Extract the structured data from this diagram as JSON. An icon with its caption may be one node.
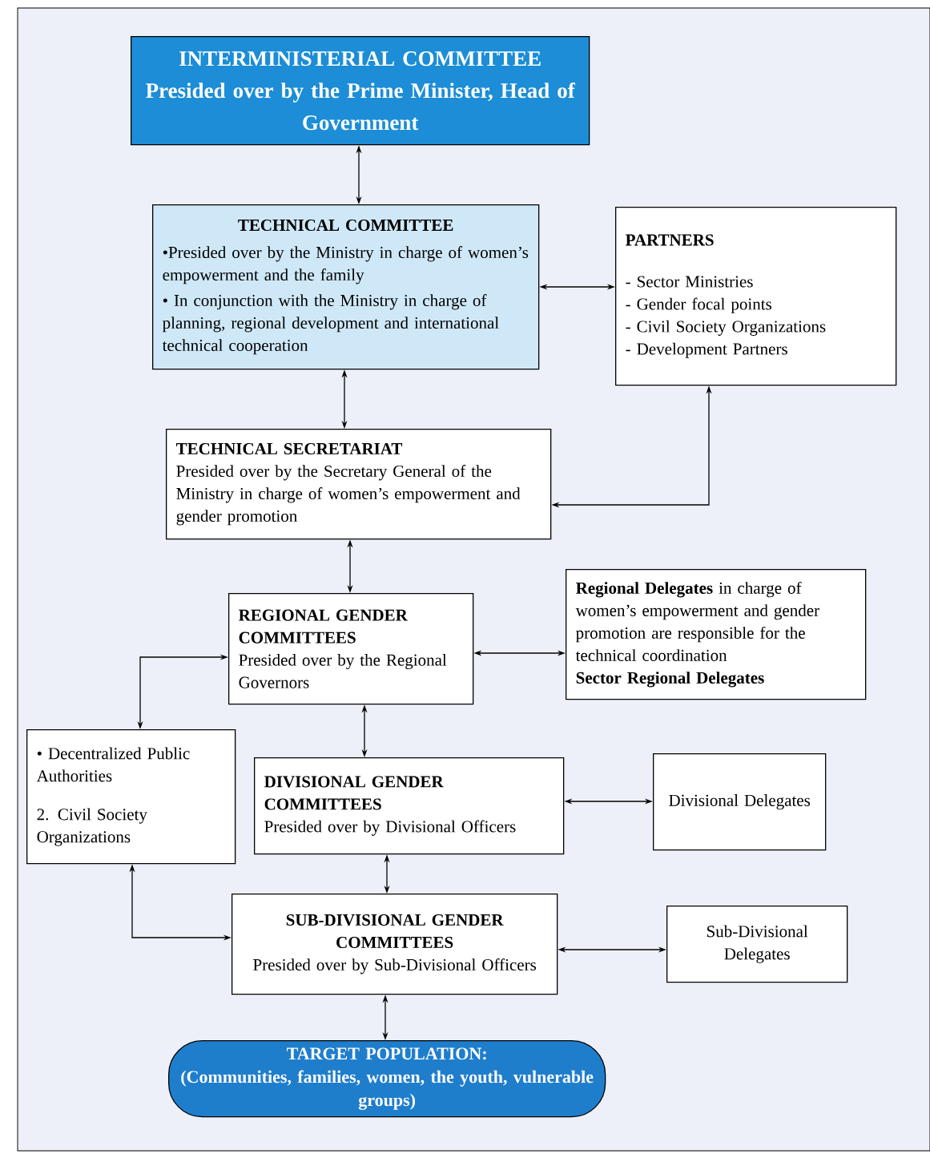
{
  "diagram": {
    "nodes": [
      {
        "text": [
          "INTERMINISTERIAL COMMITTEE",
          "Presided over by the Prime Minister, Head of Government"
        ]
      },
      {
        "text": [
          "TECHNICAL COMMITTEE",
          "•Presided over by the Ministry in charge of women’s empowerment and the family",
          "• In conjunction with the Ministry in charge of planning, regional development and international technical cooperation"
        ]
      },
      {
        "text": [
          "PARTNERS",
          "- Sector Ministries",
          "- Gender focal points",
          "- Civil Society Organizations",
          "- Development Partners"
        ]
      },
      {
        "text": [
          "TECHNICAL SECRETARIAT",
          "Presided over by the Secretary General of the Ministry in charge of women’s empowerment and gender promotion"
        ]
      },
      {
        "text": [
          "REGIONAL GENDER COMMITTEES",
          "Presided over by the Regional Governors"
        ]
      },
      {
        "text": [
          "**Regional Delegates** in charge of women’s empowerment and gender promotion are responsible for the technical coordination",
          "Sector Regional Delegates"
        ]
      },
      {
        "text": [
          "• Decentralized Public Authorities",
          "2. Civil Society Organizations"
        ]
      },
      {
        "text": [
          "DIVISIONAL GENDER COMMITTEES",
          "Presided over by Divisional Officers"
        ]
      },
      {
        "text": [
          "Divisional Delegates"
        ]
      },
      {
        "text": [
          "SUB-DIVISIONAL GENDER COMMITTEES",
          "Presided over by Sub-Divisional Officers"
        ]
      },
      {
        "text": [
          "Sub-Divisional Delegates"
        ]
      },
      {
        "text": [
          "TARGET POPULATION:",
          "(Communities, families, women, the youth, vulnerable groups)"
        ]
      }
    ],
    "edges": [
      {
        "from": 0,
        "to": 1,
        "arrow": "both"
      },
      {
        "from": 1,
        "to": 2,
        "arrow": "both"
      },
      {
        "from": 1,
        "to": 3,
        "arrow": "both"
      },
      {
        "from": 3,
        "to": 2,
        "arrow": "both"
      },
      {
        "from": 3,
        "to": 4,
        "arrow": "both"
      },
      {
        "from": 4,
        "to": 5,
        "arrow": "both"
      },
      {
        "from": 4,
        "to": 6,
        "arrow": "both"
      },
      {
        "from": 4,
        "to": 7,
        "arrow": "both"
      },
      {
        "from": 7,
        "to": 8,
        "arrow": "both"
      },
      {
        "from": 7,
        "to": 9,
        "arrow": "both"
      },
      {
        "from": 6,
        "to": 9,
        "arrow": "both"
      },
      {
        "from": 9,
        "to": 10,
        "arrow": "both"
      },
      {
        "from": 9,
        "to": 11,
        "arrow": "both"
      }
    ]
  }
}
